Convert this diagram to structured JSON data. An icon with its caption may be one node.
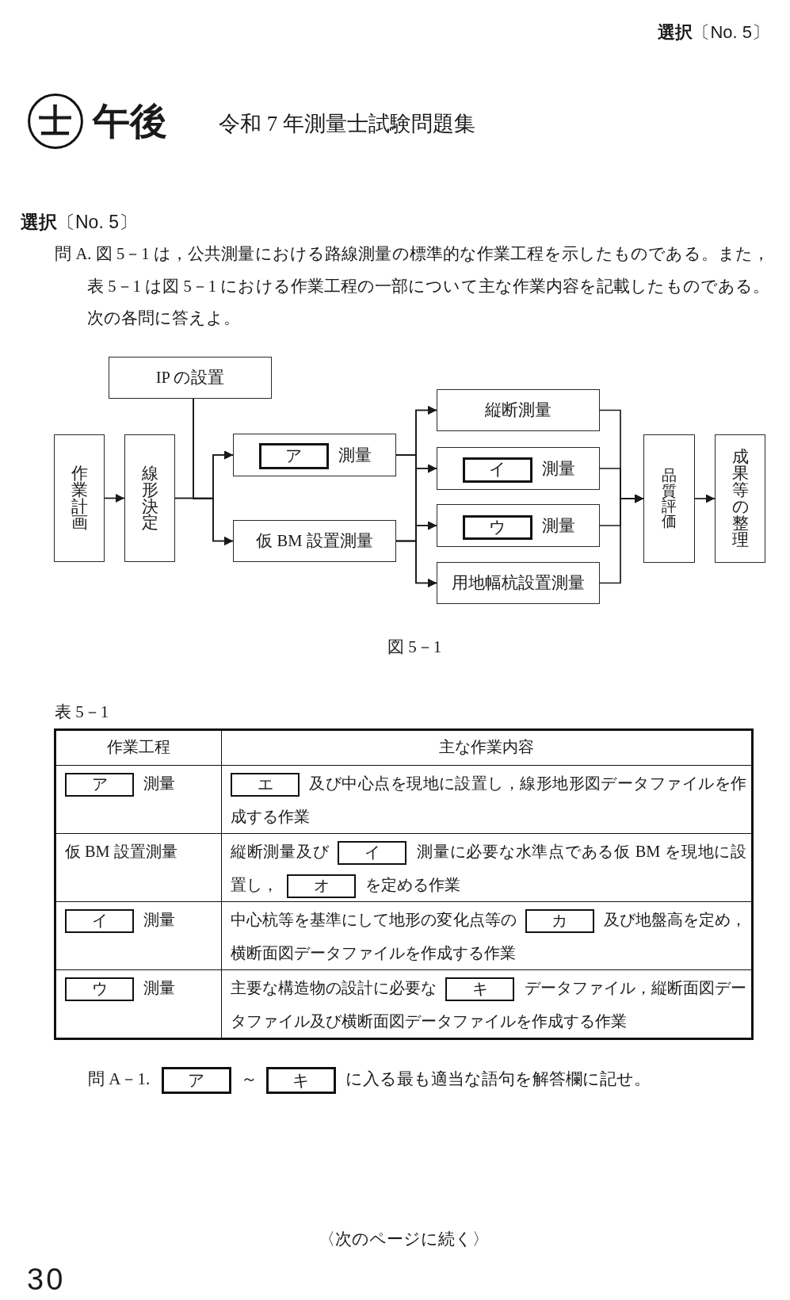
{
  "diagram": {
    "caption": "図 5－1",
    "nodes": [
      {
        "text": [
          "士"
        ],
        "beside": [
          "午後"
        ]
      },
      {
        "text": [
          "作業計画"
        ]
      },
      {
        "text": [
          "線形決定"
        ]
      },
      {
        "text": [
          "IP の設置"
        ]
      },
      {
        "text": [
          "測量"
        ]
      },
      {
        "text": [
          "ア"
        ],
        "in": 4
      },
      {
        "text": [
          "仮 BM 設置測量"
        ]
      },
      {
        "text": [
          "縦断測量"
        ]
      },
      {
        "text": [
          "測量"
        ]
      },
      {
        "text": [
          "イ"
        ],
        "in": 8
      },
      {
        "text": [
          "測量"
        ]
      },
      {
        "text": [
          "ウ"
        ],
        "in": 10
      },
      {
        "text": [
          "用地幅杭設置測量"
        ]
      },
      {
        "text": [
          "品質評価"
        ]
      },
      {
        "text": [
          "成果等の整理"
        ]
      }
    ],
    "edges": [
      {
        "from": 1,
        "to": 2,
        "arrow": "to"
      },
      {
        "from": 2,
        "to": 4,
        "arrow": "to"
      },
      {
        "from": 2,
        "to": 6,
        "arrow": "to"
      },
      {
        "from": 3,
        "to": 4,
        "arrow": "to"
      },
      {
        "from": 3,
        "to": 6,
        "arrow": "to"
      },
      {
        "from": 4,
        "to": 7,
        "arrow": "to"
      },
      {
        "from": 4,
        "to": 8,
        "arrow": "to"
      },
      {
        "from": 4,
        "to": 10,
        "arrow": "to"
      },
      {
        "from": 4,
        "to": 12,
        "arrow": "to"
      },
      {
        "from": 6,
        "to": 7,
        "arrow": "to"
      },
      {
        "from": 6,
        "to": 8,
        "arrow": "to"
      },
      {
        "from": 6,
        "to": 10,
        "arrow": "to"
      },
      {
        "from": 6,
        "to": 12,
        "arrow": "to"
      },
      {
        "from": 7,
        "to": 13,
        "arrow": "to"
      },
      {
        "from": 8,
        "to": 13,
        "arrow": "to"
      },
      {
        "from": 10,
        "to": 13,
        "arrow": "to"
      },
      {
        "from": 12,
        "to": 13,
        "arrow": "to"
      },
      {
        "from": 13,
        "to": 14,
        "arrow": "to"
      }
    ],
    "labels": [
      "**選択**〔No. 5〕",
      "令和 7 年測量士試験問題集",
      "**選択**〔No. 5〕",
      "問 A. 図 5－1 は，公共測量における路線測量の標準的な作業工程を示したものである。また，表 5－1 は図 5－1 における作業工程の一部について主な作業内容を記載したものである。次の各問に答えよ。",
      "表 5－1",
      "作業工程",
      "主な作業内容",
      "ア",
      "測量",
      "エ",
      "及び中心点を現地に設置し，線形地形図データファイルを作成する作業",
      "仮 BM 設置測量",
      "縦断測量及び",
      "イ",
      "測量に必要な水準点である仮 BM を現地に設置し，",
      "オ",
      "を定める作業",
      "イ",
      "測量",
      "中心杭等を基準にして地形の変化点等の",
      "カ",
      "及び地盤高を定め，横断面図データファイルを作成する作業",
      "ウ",
      "測量",
      "主要な構造物の設計に必要な",
      "キ",
      "データファイル，縦断面図データファイル及び横断面図データファイルを作成する作業",
      "問 A－1.",
      "ア",
      "～",
      "キ",
      "に入る最も適当な語句を解答欄に記せ。",
      "〈次のページに続く〉",
      "30"
    ]
  }
}
